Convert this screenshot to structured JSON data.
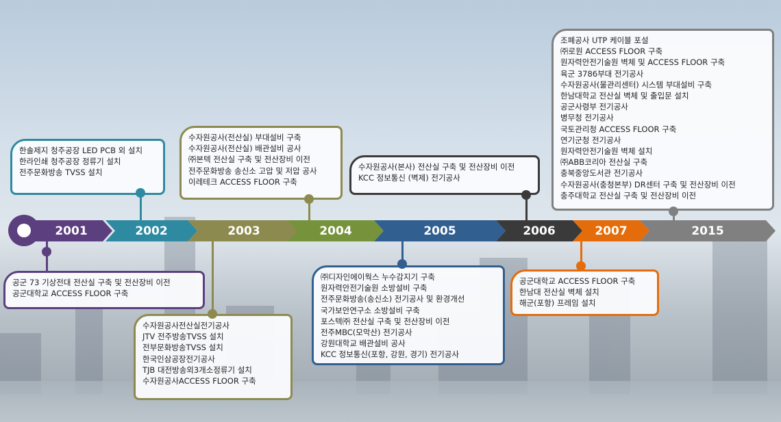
{
  "years": [
    {
      "label": "2001",
      "color": "#5b3f7e"
    },
    {
      "label": "2002",
      "color": "#2e8aa0"
    },
    {
      "label": "2003",
      "color": "#8d8a50"
    },
    {
      "label": "2004",
      "color": "#76933c"
    },
    {
      "label": "2005",
      "color": "#315f8f"
    },
    {
      "label": "2006",
      "color": "#3a3a3a"
    },
    {
      "label": "2007",
      "color": "#e46c0a"
    },
    {
      "label": "2015",
      "color": "#808080"
    }
  ],
  "boxes": {
    "y2001": [
      "공군 73 기상전대 전산실 구축 및 전산장비 이전",
      "공군대학교 ACCESS FLOOR 구축"
    ],
    "y2002": [
      "한솔제지 청주공장 LED PCB 외 설치",
      "한라인쇄 청주공장 정류기 설치",
      "전주문화방송 TVSS 설치"
    ],
    "y2003a": [
      "수자원공사(전산실) 부대설비 구축",
      "수자원공사(전산실) 배관설비 공사",
      "㈜본텍 전산실 구축 및 전산장비 이전",
      "전주문화방송 송신소 고압 및 저압 공사",
      "이레테크 ACCESS FLOOR 구축"
    ],
    "y2003b": [
      "수자원공사전산실전기공사",
      "JTV 전주방송TVSS 설치",
      "전부문화방송TVSS 설치",
      "한국인삼공장전기공사",
      "TJB 대전방송외3개소정류기 설치",
      "수자원공사ACCESS FLOOR 구축"
    ],
    "y2005": [
      "㈜디자인에이웍스 누수감지기 구축",
      "원자력안전기술원 소방설비 구축",
      "전주문화방송(송신소) 전기공사 및 환경개선",
      "국가보안연구소 소방설비 구축",
      "포스텍㈜ 전산실 구축 및 전산장비 이전",
      "전주MBC(모악산) 전기공사",
      "강원대학교 배관설비 공사",
      "KCC 정보통신(포항, 강원, 경기) 전기공사"
    ],
    "y2006": [
      "수자원공사(본사) 전산실 구축 및 전산장비 이전",
      "KCC 정보통신 (벽제) 전기공사"
    ],
    "y2007": [
      "공군대학교 ACCESS FLOOR 구축",
      "한남대 전산실 벽체 설치",
      "해군(포항) 프레임 설치"
    ],
    "y2015": [
      "조폐공사 UTP 케이블 포설",
      "㈜로원 ACCESS FLOOR 구축",
      "원자력안전기술원 벽체 및 ACCESS FLOOR 구축",
      "육군 3786부대 전기공사",
      "수자원공사(물관리센터) 시스템 부대설비 구축",
      "한남대학교 전산실 벽체 및 출입문 설치",
      "공군사령부 전기공사",
      "병무청 전기공사",
      "국토관리청 ACCESS FLOOR 구축",
      "연기군청 전기공사",
      "원자력안전기술원 벽체 설치",
      "㈜ABB코리아 전산실 구축",
      "충북중앙도서관 전기공사",
      "수자원공사(충청본부) DR센터 구축 및 전산장비 이전",
      "충주대학교 전산실 구축 및 전산장비 이전"
    ]
  }
}
